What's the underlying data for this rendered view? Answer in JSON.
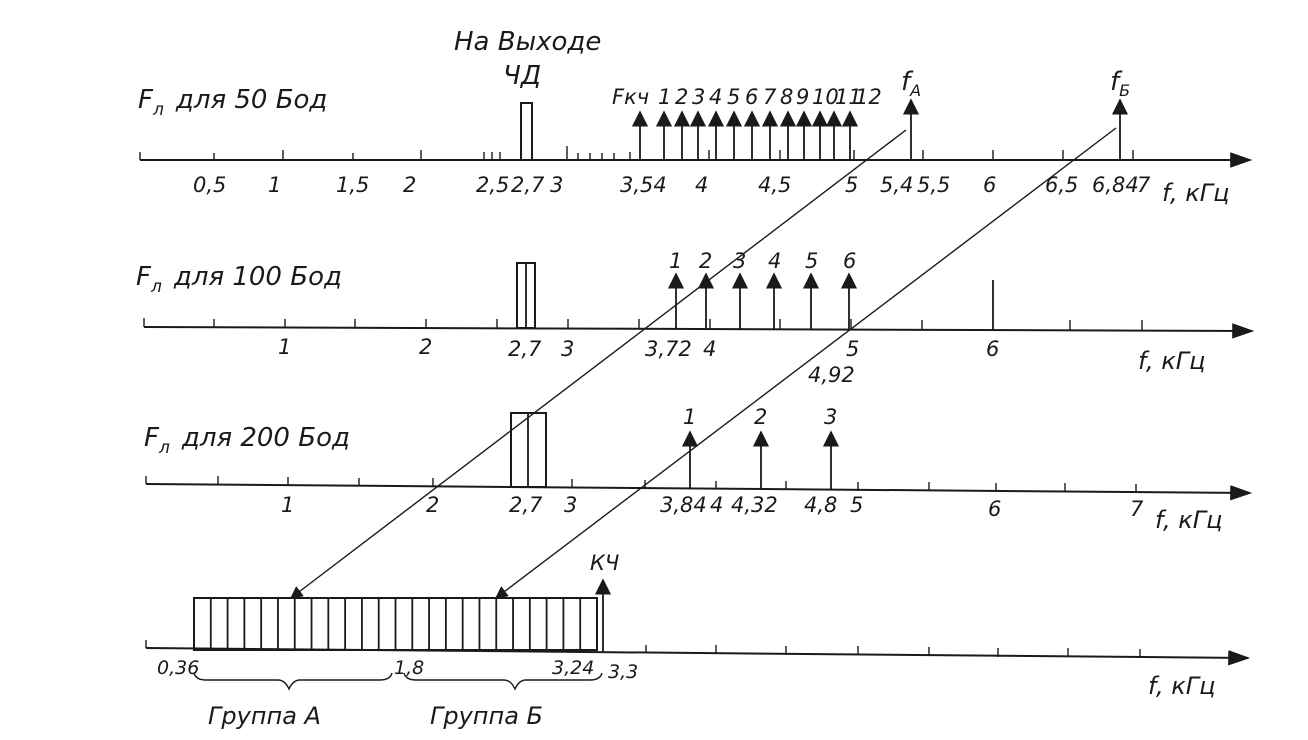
{
  "header": {
    "output_caption_line1": "На Выходе",
    "output_caption_line2": "ЧД"
  },
  "rows": [
    {
      "id": "row-50",
      "title_symbol": "F",
      "title_sub": "л",
      "title_rest": "для 50 Бод",
      "unit": "f, кГц",
      "tick_labels": [
        "0,5",
        "1",
        "1,5",
        "2",
        "2,5",
        "2,7",
        "3",
        "3,54",
        "4",
        "4,5",
        "5",
        "5,4",
        "5,5",
        "6",
        "6,5",
        "6,84",
        "7"
      ],
      "channel_prefix": "Fкч",
      "channels": [
        "1",
        "2",
        "3",
        "4",
        "5",
        "6",
        "7",
        "8",
        "9",
        "10",
        "11",
        "12"
      ],
      "extra_arrows": [
        {
          "symbol": "f",
          "sub": "А"
        },
        {
          "symbol": "f",
          "sub": "Б"
        }
      ]
    },
    {
      "id": "row-100",
      "title_symbol": "F",
      "title_sub": "л",
      "title_rest": "для 100 Бод",
      "unit": "f, кГц",
      "tick_labels": [
        "1",
        "2",
        "2,7",
        "3",
        "3,72",
        "4",
        "5",
        "4,92",
        "6"
      ],
      "channels": [
        "1",
        "2",
        "3",
        "4",
        "5",
        "6"
      ]
    },
    {
      "id": "row-200",
      "title_symbol": "F",
      "title_sub": "л",
      "title_rest": "для 200 Бод",
      "unit": "f, кГц",
      "tick_labels": [
        "1",
        "2",
        "2,7",
        "3",
        "3,84",
        "4",
        "4,32",
        "4,8",
        "5",
        "6",
        "7"
      ],
      "channels": [
        "1",
        "2",
        "3"
      ]
    },
    {
      "id": "row-groups",
      "unit": "f, кГц",
      "tick_labels": [
        "0,36",
        "1,8",
        "3,24",
        "3,3"
      ],
      "kch_label": "КЧ",
      "group_a": "Группа А",
      "group_b": "Группа Б"
    }
  ]
}
